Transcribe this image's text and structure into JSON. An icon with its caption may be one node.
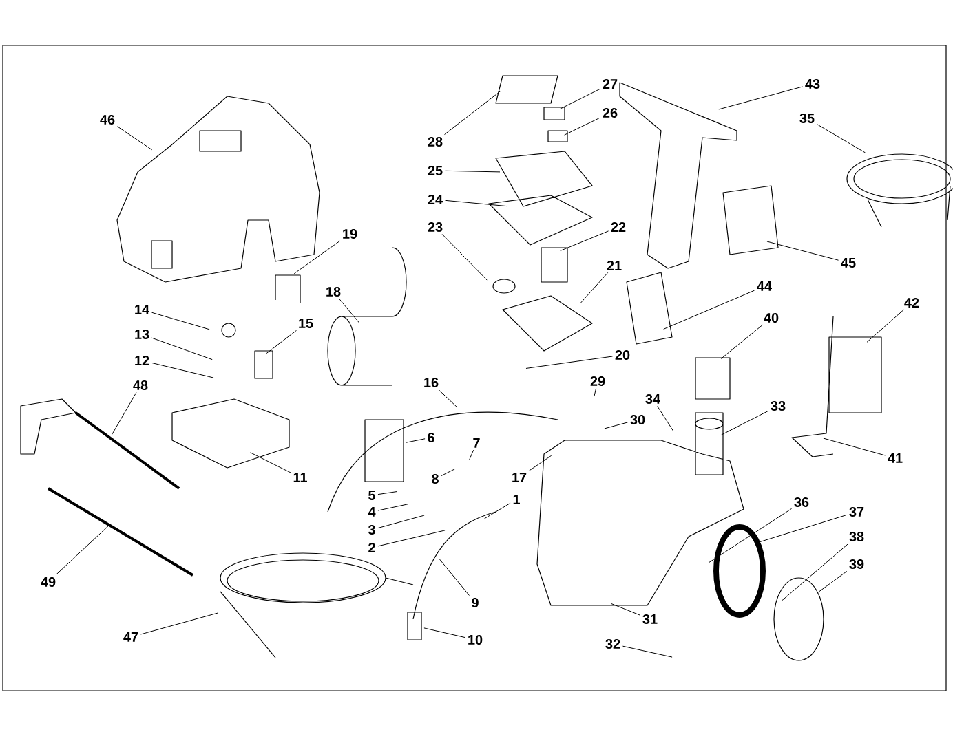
{
  "diagram": {
    "nodes": [
      {
        "text": [
          "46"
        ]
      },
      {
        "text": [
          "27"
        ]
      },
      {
        "text": [
          "43"
        ]
      },
      {
        "text": [
          "26"
        ]
      },
      {
        "text": [
          "35"
        ]
      },
      {
        "text": [
          "28"
        ]
      },
      {
        "text": [
          "25"
        ]
      },
      {
        "text": [
          "24"
        ]
      },
      {
        "text": [
          "23"
        ]
      },
      {
        "text": [
          "22"
        ]
      },
      {
        "text": [
          "19"
        ]
      },
      {
        "text": [
          "45"
        ]
      },
      {
        "text": [
          "21"
        ]
      },
      {
        "text": [
          "18"
        ]
      },
      {
        "text": [
          "44"
        ]
      },
      {
        "text": [
          "14"
        ]
      },
      {
        "text": [
          "40"
        ]
      },
      {
        "text": [
          "15"
        ]
      },
      {
        "text": [
          "42"
        ]
      },
      {
        "text": [
          "13"
        ]
      },
      {
        "text": [
          "20"
        ]
      },
      {
        "text": [
          "12"
        ]
      },
      {
        "text": [
          "29"
        ]
      },
      {
        "text": [
          "48"
        ]
      },
      {
        "text": [
          "16"
        ]
      },
      {
        "text": [
          "34"
        ]
      },
      {
        "text": [
          "30"
        ]
      },
      {
        "text": [
          "33"
        ]
      },
      {
        "text": [
          "6"
        ]
      },
      {
        "text": [
          "7"
        ]
      },
      {
        "text": [
          "41"
        ]
      },
      {
        "text": [
          "8"
        ]
      },
      {
        "text": [
          "17"
        ]
      },
      {
        "text": [
          "11"
        ]
      },
      {
        "text": [
          "5"
        ]
      },
      {
        "text": [
          "1"
        ]
      },
      {
        "text": [
          "36"
        ]
      },
      {
        "text": [
          "37"
        ]
      },
      {
        "text": [
          "4"
        ]
      },
      {
        "text": [
          "3"
        ]
      },
      {
        "text": [
          "38"
        ]
      },
      {
        "text": [
          "2"
        ]
      },
      {
        "text": [
          "39"
        ]
      },
      {
        "text": [
          "49"
        ]
      },
      {
        "text": [
          "9"
        ]
      },
      {
        "text": [
          "31"
        ]
      },
      {
        "text": [
          "47"
        ]
      },
      {
        "text": [
          "10"
        ]
      },
      {
        "text": [
          "32"
        ]
      }
    ],
    "edges": [
      {
        "from": 0,
        "to": null,
        "arrow": "none"
      },
      {
        "from": 1,
        "to": null,
        "arrow": "none"
      },
      {
        "from": 2,
        "to": null,
        "arrow": "none"
      },
      {
        "from": 3,
        "to": null,
        "arrow": "none"
      },
      {
        "from": 4,
        "to": null,
        "arrow": "none"
      },
      {
        "from": 5,
        "to": null,
        "arrow": "none"
      },
      {
        "from": 6,
        "to": null,
        "arrow": "none"
      },
      {
        "from": 7,
        "to": null,
        "arrow": "none"
      },
      {
        "from": 8,
        "to": null,
        "arrow": "none"
      },
      {
        "from": 9,
        "to": null,
        "arrow": "none"
      },
      {
        "from": 10,
        "to": null,
        "arrow": "none"
      },
      {
        "from": 11,
        "to": null,
        "arrow": "none"
      },
      {
        "from": 12,
        "to": null,
        "arrow": "none"
      },
      {
        "from": 13,
        "to": null,
        "arrow": "none"
      },
      {
        "from": 14,
        "to": null,
        "arrow": "none"
      },
      {
        "from": 15,
        "to": null,
        "arrow": "none"
      },
      {
        "from": 16,
        "to": null,
        "arrow": "none"
      },
      {
        "from": 17,
        "to": null,
        "arrow": "none"
      },
      {
        "from": 18,
        "to": null,
        "arrow": "none"
      },
      {
        "from": 19,
        "to": null,
        "arrow": "none"
      },
      {
        "from": 20,
        "to": null,
        "arrow": "none"
      },
      {
        "from": 21,
        "to": null,
        "arrow": "none"
      },
      {
        "from": 22,
        "to": null,
        "arrow": "none"
      },
      {
        "from": 23,
        "to": null,
        "arrow": "none"
      },
      {
        "from": 24,
        "to": null,
        "arrow": "none"
      },
      {
        "from": 25,
        "to": null,
        "arrow": "none"
      },
      {
        "from": 26,
        "to": null,
        "arrow": "none"
      },
      {
        "from": 27,
        "to": null,
        "arrow": "none"
      },
      {
        "from": 28,
        "to": null,
        "arrow": "none"
      },
      {
        "from": 29,
        "to": null,
        "arrow": "none"
      },
      {
        "from": 30,
        "to": null,
        "arrow": "none"
      },
      {
        "from": 31,
        "to": null,
        "arrow": "none"
      },
      {
        "from": 32,
        "to": null,
        "arrow": "none"
      },
      {
        "from": 33,
        "to": null,
        "arrow": "none"
      },
      {
        "from": 34,
        "to": null,
        "arrow": "none"
      },
      {
        "from": 35,
        "to": null,
        "arrow": "none"
      },
      {
        "from": 36,
        "to": null,
        "arrow": "none"
      },
      {
        "from": 37,
        "to": null,
        "arrow": "none"
      },
      {
        "from": 38,
        "to": null,
        "arrow": "none"
      },
      {
        "from": 39,
        "to": null,
        "arrow": "none"
      },
      {
        "from": 40,
        "to": null,
        "arrow": "none"
      },
      {
        "from": 41,
        "to": null,
        "arrow": "none"
      },
      {
        "from": 42,
        "to": null,
        "arrow": "none"
      },
      {
        "from": 43,
        "to": null,
        "arrow": "none"
      },
      {
        "from": 44,
        "to": null,
        "arrow": "none"
      },
      {
        "from": 45,
        "to": null,
        "arrow": "none"
      },
      {
        "from": 46,
        "to": null,
        "arrow": "none"
      },
      {
        "from": 47,
        "to": null,
        "arrow": "none"
      },
      {
        "from": 48,
        "to": null,
        "arrow": "none"
      }
    ]
  }
}
